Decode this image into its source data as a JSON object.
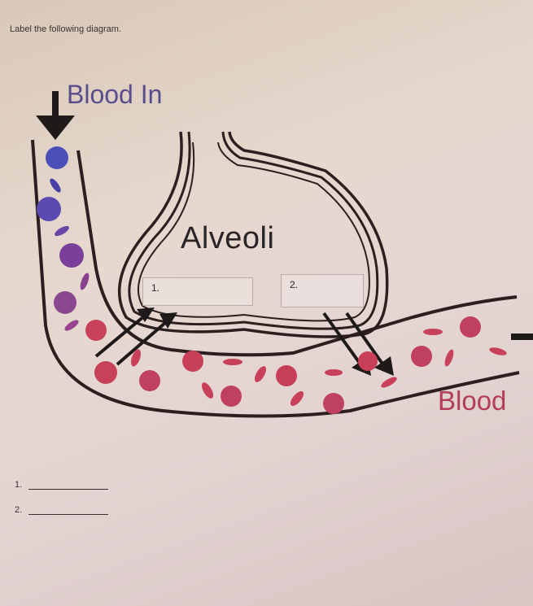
{
  "instruction": "Label the following diagram.",
  "labels": {
    "blood_in": "Blood In",
    "alveoli": "Alveoli",
    "blood": "Blood"
  },
  "boxes": [
    {
      "number": "1."
    },
    {
      "number": "2."
    }
  ],
  "answers": [
    {
      "number": "1."
    },
    {
      "number": "2."
    }
  ],
  "colors": {
    "outline": "#2b1f1f",
    "blood_deoxygenated": "#5b4bb0",
    "blood_oxygenated": "#c8405a"
  }
}
